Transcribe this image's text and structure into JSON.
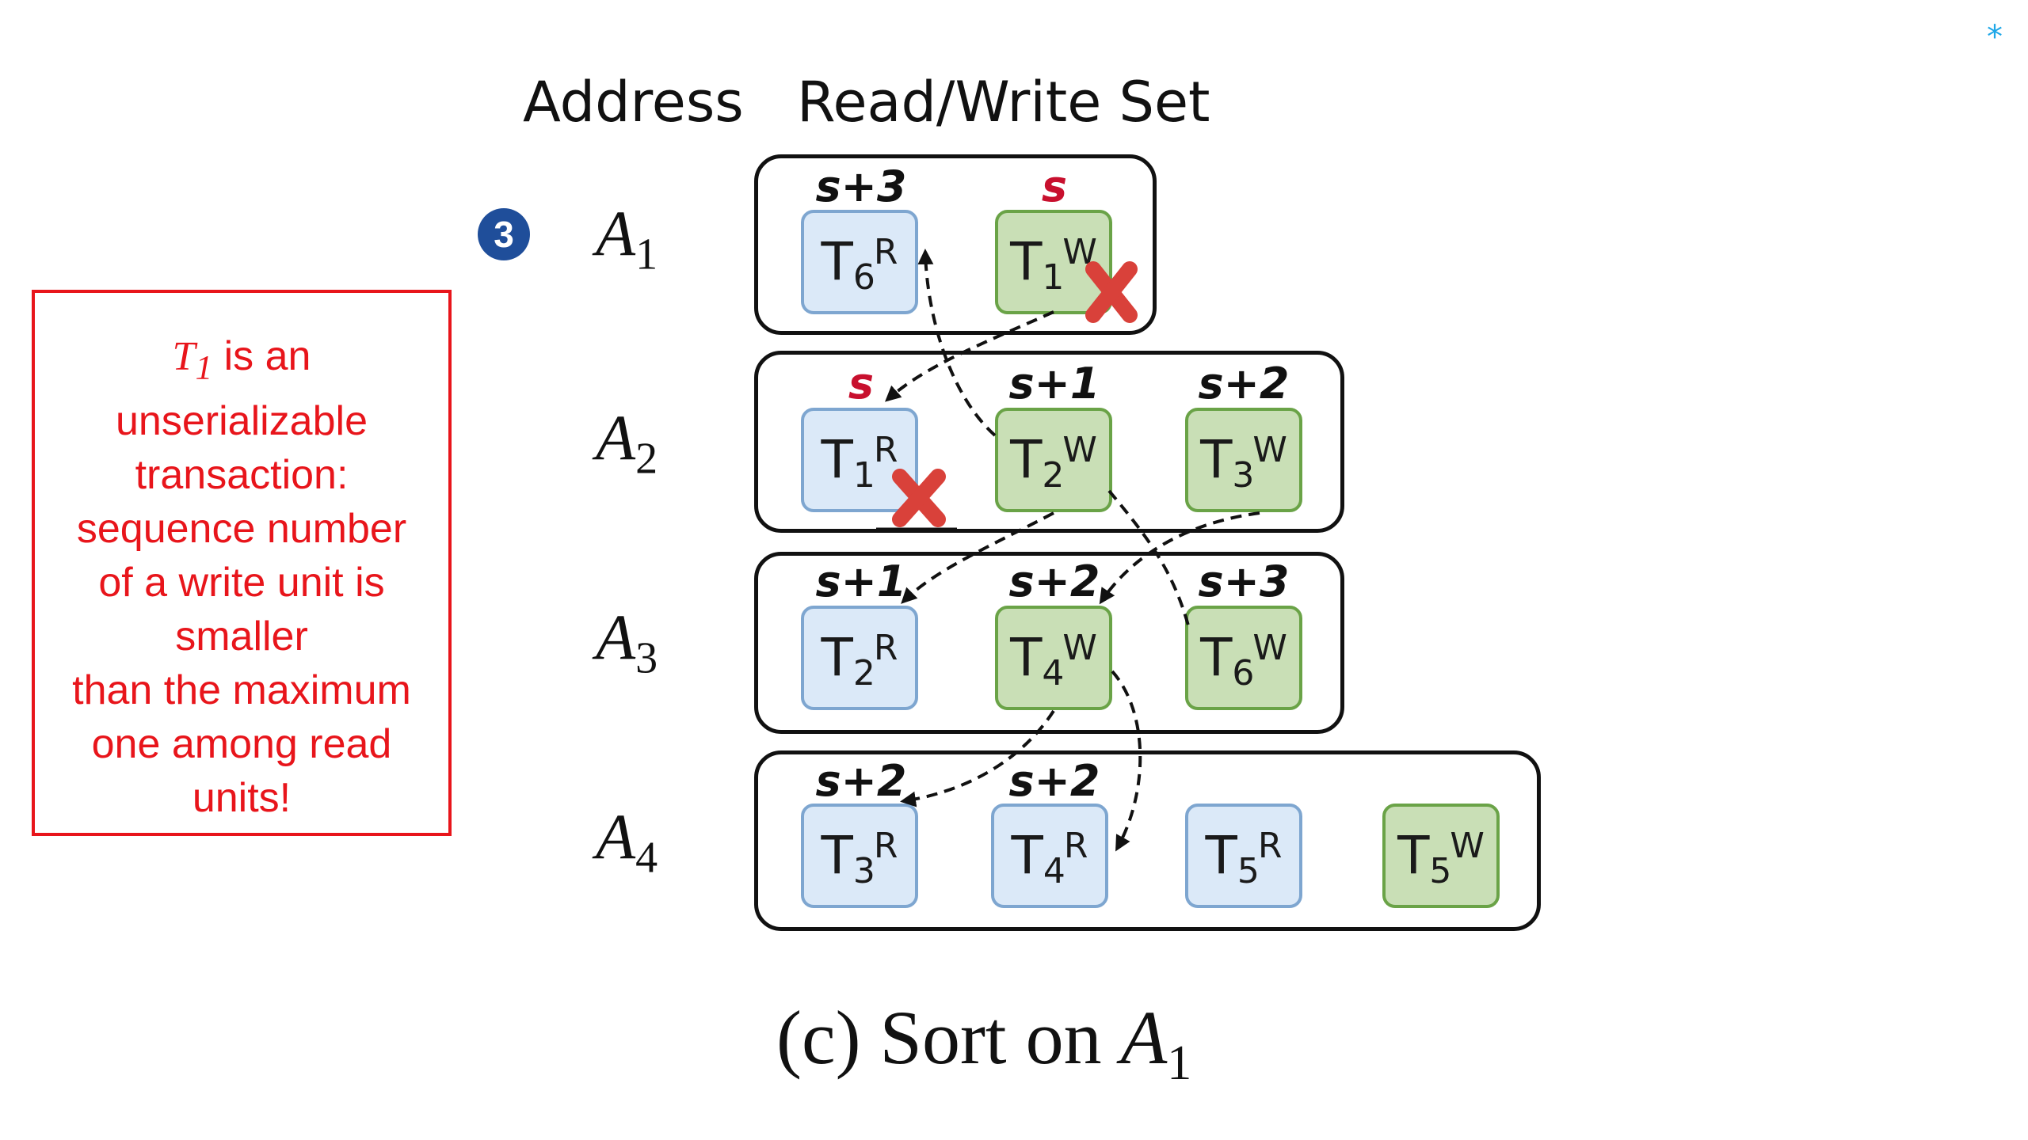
{
  "header": {
    "address": "Address",
    "rw_set": "Read/Write Set"
  },
  "step_badge": "3",
  "rows": [
    {
      "addr": "A",
      "addr_sub": "1"
    },
    {
      "addr": "A",
      "addr_sub": "2"
    },
    {
      "addr": "A",
      "addr_sub": "3"
    },
    {
      "addr": "A",
      "addr_sub": "4"
    }
  ],
  "units": [
    {
      "t": "T",
      "sub": "6",
      "sup": "R",
      "seq": "s+3"
    },
    {
      "t": "T",
      "sub": "1",
      "sup": "W",
      "seq": "s"
    },
    {
      "t": "T",
      "sub": "1",
      "sup": "R",
      "seq": "s"
    },
    {
      "t": "T",
      "sub": "2",
      "sup": "W",
      "seq": "s+1"
    },
    {
      "t": "T",
      "sub": "3",
      "sup": "W",
      "seq": "s+2"
    },
    {
      "t": "T",
      "sub": "2",
      "sup": "R",
      "seq": "s+1"
    },
    {
      "t": "T",
      "sub": "4",
      "sup": "W",
      "seq": "s+2"
    },
    {
      "t": "T",
      "sub": "6",
      "sup": "W",
      "seq": "s+3"
    },
    {
      "t": "T",
      "sub": "3",
      "sup": "R",
      "seq": "s+2"
    },
    {
      "t": "T",
      "sub": "4",
      "sup": "R",
      "seq": "s+2"
    },
    {
      "t": "T",
      "sub": "5",
      "sup": "R",
      "seq": ""
    },
    {
      "t": "T",
      "sub": "5",
      "sup": "W",
      "seq": ""
    }
  ],
  "note": {
    "var": "T",
    "var_sub": "1",
    "line1_rest": " is an",
    "lines": [
      "unserializable",
      "transaction:",
      "sequence number",
      "of a write unit is",
      "smaller",
      "than the maximum",
      "one among read",
      "units!"
    ]
  },
  "caption": {
    "prefix": "(c) Sort on ",
    "var": "A",
    "var_sub": "1"
  },
  "corner_mark": "*",
  "colors": {
    "read_fill": "#dbe9f8",
    "write_fill": "#c9dfb6",
    "conflict_red": "#c8102e",
    "note_red": "#e8151b",
    "x_mark": "#d9413a",
    "step_blue": "#1f4e9a"
  }
}
